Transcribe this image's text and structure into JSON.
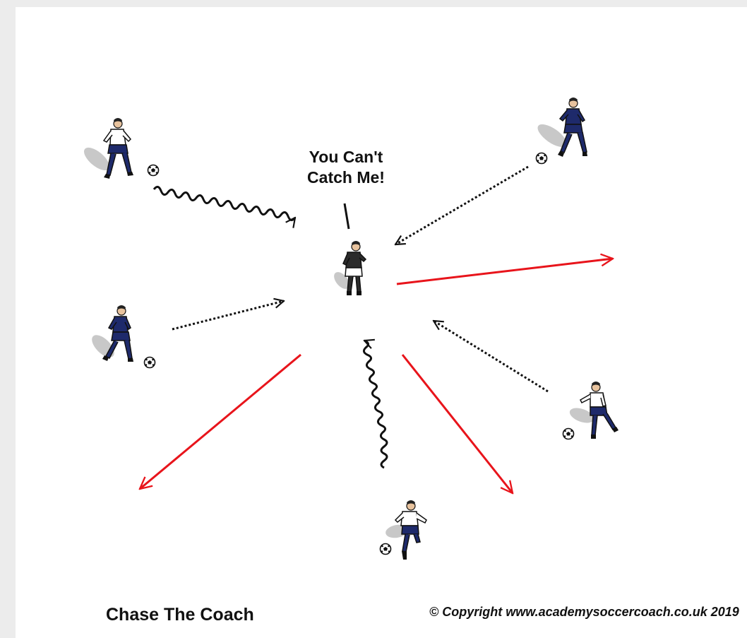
{
  "diagram": {
    "callout_line1": "You Can't",
    "callout_line2": "Catch Me!",
    "caption": "Chase The Coach",
    "copyright": "© Copyright www.academysoccercoach.co.uk 2019"
  },
  "colors": {
    "background": "#ffffff",
    "frame": "#ececec",
    "red_arrow": "#e8141b",
    "black_arrow": "#111111",
    "navy_kit": "#1e2a6b",
    "white_kit": "#ffffff",
    "coach_kit": "#2b2b2b",
    "shadow": "#c8c8c8"
  },
  "players": [
    {
      "id": "player-top-left",
      "shirt": "white",
      "shorts": "navy",
      "has_ball": true
    },
    {
      "id": "player-top-right",
      "shirt": "navy",
      "shorts": "navy",
      "has_ball": true
    },
    {
      "id": "player-mid-left",
      "shirt": "navy",
      "shorts": "navy",
      "has_ball": true
    },
    {
      "id": "player-mid-right",
      "shirt": "white",
      "shorts": "navy",
      "has_ball": true
    },
    {
      "id": "player-bottom",
      "shirt": "white",
      "shorts": "navy",
      "has_ball": true
    },
    {
      "id": "coach-center",
      "shirt": "dark",
      "shorts": "white",
      "has_ball": false
    }
  ],
  "arrows": [
    {
      "id": "dribble-arrow-top-left",
      "style": "wavy",
      "color": "black"
    },
    {
      "id": "pass-arrow-top-right",
      "style": "dotted",
      "color": "black"
    },
    {
      "id": "pass-arrow-mid-left",
      "style": "dotted",
      "color": "black"
    },
    {
      "id": "pass-arrow-mid-right",
      "style": "dotted",
      "color": "black"
    },
    {
      "id": "dribble-arrow-bottom",
      "style": "wavy",
      "color": "black"
    },
    {
      "id": "run-arrow-right",
      "style": "solid",
      "color": "red"
    },
    {
      "id": "run-arrow-bottom-left",
      "style": "solid",
      "color": "red"
    },
    {
      "id": "run-arrow-bottom-right",
      "style": "solid",
      "color": "red"
    }
  ]
}
